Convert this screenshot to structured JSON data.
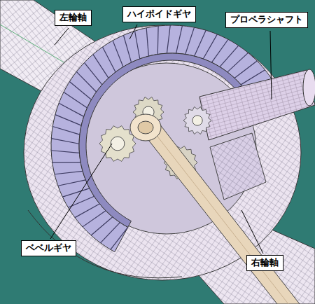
{
  "diagram": {
    "labels": [
      "左輪軸",
      "ハイポイドギヤ",
      "プロペラシャフト",
      "ベベルギヤ",
      "右輪軸"
    ]
  }
}
